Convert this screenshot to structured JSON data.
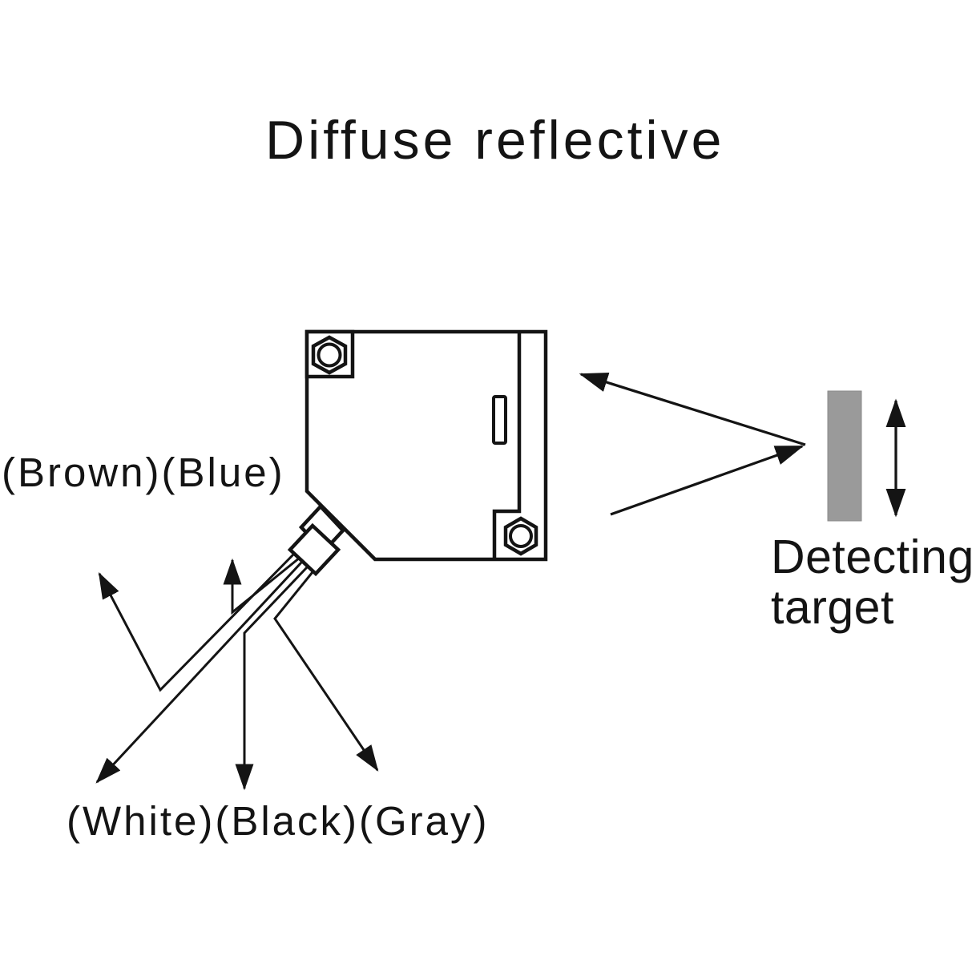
{
  "title": "Diffuse reflective",
  "wiring": {
    "top_label": "(Brown)(Blue)",
    "bottom_label": "(White)(Black)(Gray)",
    "wire_colors": [
      "Brown",
      "Blue",
      "White",
      "Black",
      "Gray"
    ]
  },
  "target": {
    "label_line1": "Detecting",
    "label_line2": "target"
  },
  "colors": {
    "ink": "#141414",
    "text": "#141414",
    "target_fill": "#9a9a9a",
    "target_edge": "#8a8a8a",
    "background": "#ffffff"
  }
}
